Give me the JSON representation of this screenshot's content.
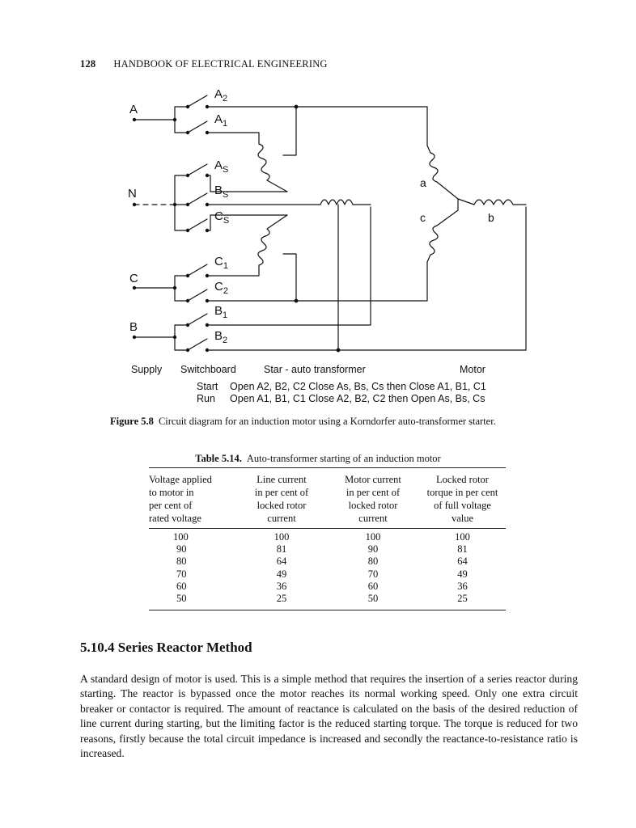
{
  "header": {
    "page_number": "128",
    "running_title": "HANDBOOK OF ELECTRICAL ENGINEERING"
  },
  "figure": {
    "labels": {
      "phase_a": "A",
      "neutral": "N",
      "phase_c": "C",
      "phase_b": "B",
      "motor_a": "a",
      "motor_b": "b",
      "motor_c": "c"
    },
    "switches": {
      "A2": {
        "main": "A",
        "sub": "2"
      },
      "A1": {
        "main": "A",
        "sub": "1"
      },
      "As": {
        "main": "A",
        "sub": "S"
      },
      "Bs": {
        "main": "B",
        "sub": "S"
      },
      "Cs": {
        "main": "C",
        "sub": "S"
      },
      "C1": {
        "main": "C",
        "sub": "1"
      },
      "C2": {
        "main": "C",
        "sub": "2"
      },
      "B1": {
        "main": "B",
        "sub": "1"
      },
      "B2": {
        "main": "B",
        "sub": "2"
      }
    },
    "section_labels": {
      "supply": "Supply",
      "switchboard": "Switchboard",
      "transformer": "Star - auto transformer",
      "motor": "Motor"
    },
    "sequence": {
      "start_label": "Start",
      "start_text": "Open A2, B2, C2  Close As, Bs, Cs  then  Close A1, B1, C1",
      "run_label": "Run",
      "run_text": "Open A1, B1, C1  Close A2, B2, C2  then  Open As, Bs, Cs"
    },
    "caption_label": "Figure 5.8",
    "caption_text": "Circuit diagram for an induction motor using a Korndorfer auto-transformer starter."
  },
  "table": {
    "label": "Table 5.14.",
    "title": "Auto-transformer starting of an induction motor",
    "headers": [
      [
        "Voltage applied",
        "to motor in",
        "per cent of",
        "rated voltage"
      ],
      [
        "Line current",
        "in per cent of",
        "locked rotor",
        "current"
      ],
      [
        "Motor current",
        "in per cent of",
        "locked rotor",
        "current"
      ],
      [
        "Locked rotor",
        "torque in per cent",
        "of full voltage",
        "value"
      ]
    ],
    "rows": [
      [
        "100",
        "100",
        "100",
        "100"
      ],
      [
        "90",
        "81",
        "90",
        "81"
      ],
      [
        "80",
        "64",
        "80",
        "64"
      ],
      [
        "70",
        "49",
        "70",
        "49"
      ],
      [
        "60",
        "36",
        "60",
        "36"
      ],
      [
        "50",
        "25",
        "50",
        "25"
      ]
    ]
  },
  "section": {
    "heading": "5.10.4 Series Reactor Method",
    "paragraph": "A standard design of motor is used. This is a simple method that requires the insertion of a series reactor during starting. The reactor is bypassed once the motor reaches its normal working speed. Only one extra circuit breaker or contactor is required. The amount of reactance is calculated on the basis of the desired reduction of line current during starting, but the limiting factor is the reduced starting torque. The torque is reduced for two reasons, firstly because the total circuit impedance is increased and secondly the reactance-to-resistance ratio is increased."
  }
}
